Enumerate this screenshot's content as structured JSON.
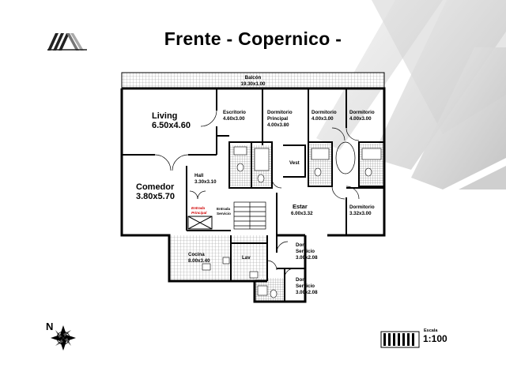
{
  "title": "Frente - Copernico -",
  "balcony": {
    "label": "Balcón",
    "dims": "19.30x1.00"
  },
  "rooms": {
    "living": {
      "label": "Living",
      "dims": "6.50x4.60"
    },
    "escritorio": {
      "label": "Escritorio",
      "dims": "4.60x3.00"
    },
    "dorm_principal": {
      "label1": "Dormitorio",
      "label2": "Principal",
      "dims": "4.00x3.80"
    },
    "dorm_1": {
      "label": "Dormitorio",
      "dims": "4.00x3.00"
    },
    "dorm_2": {
      "label": "Dormitorio",
      "dims": "4.00x3.00"
    },
    "comedor": {
      "label": "Comedor",
      "dims": "3.80x5.70"
    },
    "hall": {
      "label": "Hall",
      "dims": "3.30x3.10"
    },
    "vest": {
      "label": "Vest"
    },
    "estar": {
      "label": "Estar",
      "dims": "6.00x3.32"
    },
    "dorm_3": {
      "label": "Dormitorio",
      "dims": "3.32x3.00"
    },
    "cocina": {
      "label": "Cocina",
      "dims": "8.00x3.40"
    },
    "lav": {
      "label": "Lav"
    },
    "dor_serv_1": {
      "label1": "Dor",
      "label2": "Servicio",
      "dims": "3.00x2.08"
    },
    "dor_serv_2": {
      "label1": "Dor",
      "label2": "Servicio",
      "dims": "3.00x2.08"
    }
  },
  "entrances": {
    "principal": {
      "line1": "Entrada",
      "line2": "Principal"
    },
    "servicio": {
      "line1": "Entrada",
      "line2": "Servicio"
    }
  },
  "compass": {
    "north": "N"
  },
  "scale": {
    "label": "Escala",
    "value": "1:100"
  },
  "colors": {
    "wall": "#000000",
    "floor_tile": "#9a9a9a",
    "accent_red": "#d00000",
    "deco_gray": "#d4d4d4"
  }
}
